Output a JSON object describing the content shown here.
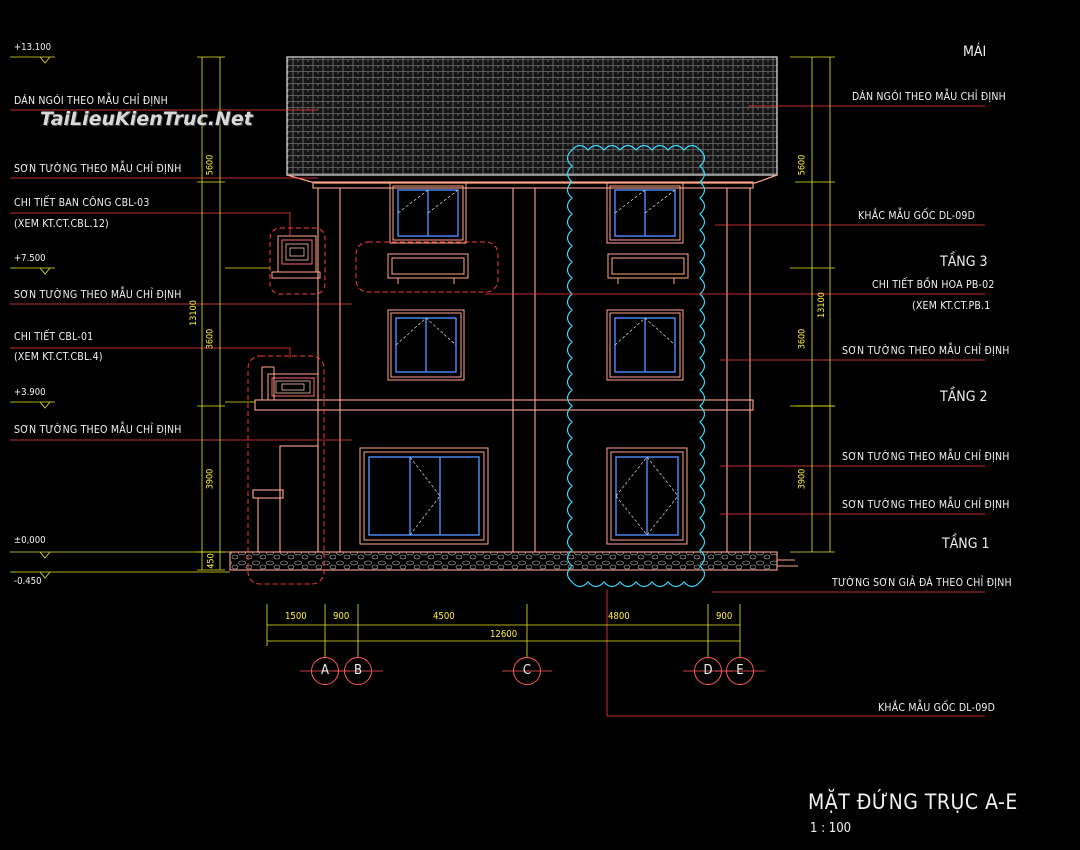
{
  "watermark": "TaiLieuKienTruc.Net",
  "levels": [
    "+13.100",
    "+7.500",
    "+3.900",
    "±0,000",
    "-0.450"
  ],
  "left_notes": [
    "DÁN NGÓI THEO MẪU CHỈ ĐỊNH",
    "SƠN TƯỜNG THEO MẪU CHỈ ĐỊNH",
    "CHI TIẾT BAN CÔNG CBL-03",
    "(XEM KT.CT.CBL.12)",
    "SƠN TƯỜNG THEO MẪU CHỈ ĐỊNH",
    "CHI TIẾT CBL-01",
    "(XEM KT.CT.CBL.4)",
    "SƠN TƯỜNG THEO MẪU CHỈ ĐỊNH"
  ],
  "right_notes": [
    "DÁN NGÓI THEO MẪU CHỈ ĐỊNH",
    "KHẮC MẪU GỐC DL-09D",
    "CHI TIẾT BỒN HOA PB-02",
    "(XEM KT.CT.PB.1",
    "SƠN TƯỜNG THEO MẪU CHỈ ĐỊNH",
    "SƠN TƯỜNG THEO MẪU CHỈ ĐỊNH",
    "SƠN TƯỜNG THEO MẪU CHỈ ĐỊNH",
    "TƯỜNG SƠN GIẢ ĐÁ THEO CHỈ ĐỊNH",
    "KHẮC MẪU GỐC DL-09D"
  ],
  "floors": [
    "MÁI",
    "TẦNG 3",
    "TẦNG 2",
    "TẦNG 1"
  ],
  "dims_left": [
    "5600",
    "3600",
    "3900",
    "450",
    "13100"
  ],
  "dims_right": [
    "5600",
    "3600",
    "3900",
    "13100"
  ],
  "dims_bottom": [
    "1500",
    "900",
    "4500",
    "4800",
    "900",
    "12600"
  ],
  "grid_axes": [
    "A",
    "B",
    "C",
    "D",
    "E"
  ],
  "title": "MẶT ĐỨNG TRỤC A-E",
  "scale": "1 : 100",
  "colors": {
    "background": "#000000",
    "wall": "#ffa68a",
    "leader": "#ff3b3b",
    "dimension": "#ffef3a",
    "window_frame": "#4f8cff",
    "cloud": "#39d8ff",
    "level_line": "#e8e81a",
    "text": "#f2f2f2"
  }
}
